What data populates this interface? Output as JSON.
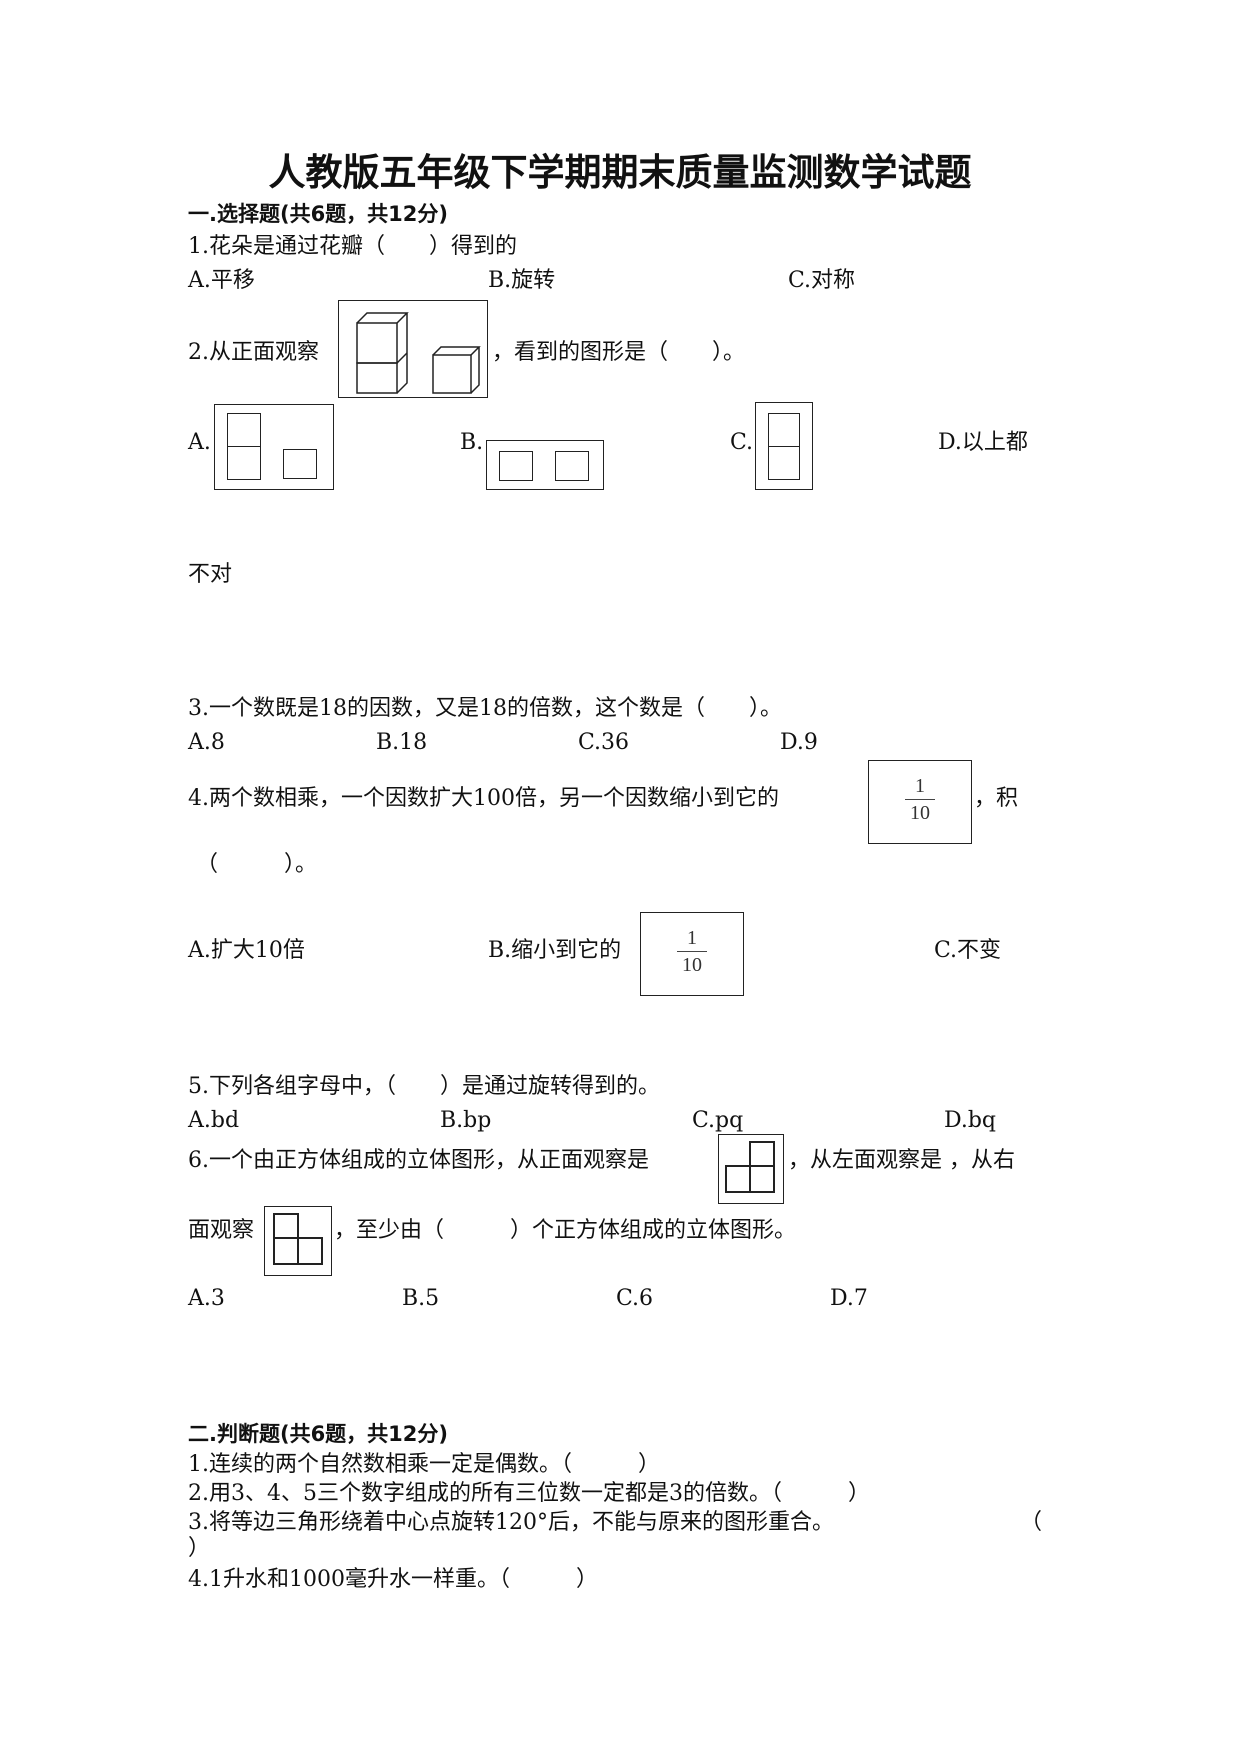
{
  "title": "人教版五年级下学期期末质量监测数学试题",
  "section1": {
    "heading": "一.选择题(共6题，共12分)",
    "q1": {
      "stem": "1.花朵是通过花瓣（　　）得到的",
      "a": "A.平移",
      "b": "B.旋转",
      "c": "C.对称"
    },
    "q2": {
      "stem_pre": "2.从正面观察",
      "stem_post": "，看到的图形是（　　）。",
      "a": "A.",
      "b": "B.",
      "c": "C.",
      "d": "D.以上都",
      "d_cont": "不对"
    },
    "q3": {
      "stem": "3.一个数既是18的因数，又是18的倍数，这个数是（　　）。",
      "a": "A.8",
      "b": "B.18",
      "c": "C.36",
      "d": "D.9"
    },
    "q4": {
      "stem_pre": "4.两个数相乘，一个因数扩大100倍，另一个因数缩小到它的",
      "stem_post": "，积",
      "stem_line2": "（　　　）。",
      "frac_num": "1",
      "frac_den": "10",
      "a": "A.扩大10倍",
      "b": "B.缩小到它的",
      "c": "C.不变"
    },
    "q5": {
      "stem": "5.下列各组字母中，（　　）是通过旋转得到的。",
      "a": "A.bd",
      "b": "B.bp",
      "c": "C.pq",
      "d": "D.bq"
    },
    "q6": {
      "stem_pre": "6.一个由正方体组成的立体图形，从正面观察是",
      "stem_mid": "，从左面观察是 ，从右",
      "stem_line2_pre": "面观察",
      "stem_line2_post": "，至少由（　　　）个正方体组成的立体图形。",
      "a": "A.3",
      "b": "B.5",
      "c": "C.6",
      "d": "D.7"
    }
  },
  "section2": {
    "heading": "二.判断题(共6题，共12分)",
    "items": [
      "1.连续的两个自然数相乘一定是偶数。（　　　）",
      "2.用3、4、5三个数字组成的所有三位数一定都是3的倍数。（　　　）",
      "3.将等边三角形绕着中心点旋转120°后，不能与原来的图形重合。",
      "4.1升水和1000毫升水一样重。（　　　）"
    ],
    "item3_paren_open": "（",
    "item3_paren_close": "）"
  }
}
